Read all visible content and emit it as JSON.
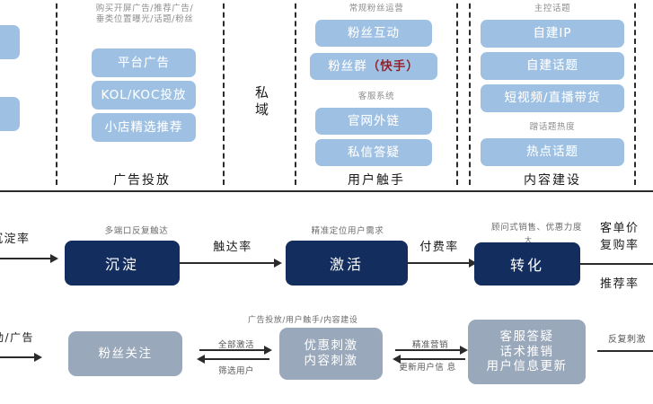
{
  "diagram": {
    "center_label": "私域",
    "columns": [
      {
        "id": "col-ad",
        "caption": "购买开屏广告/推荐广告/\n垂类位置曝光/话题/粉丝",
        "title": "广告投放",
        "items": [
          {
            "label": "平台广告"
          },
          {
            "label": "KOL/KOC投放"
          },
          {
            "label": "小店精选推荐"
          }
        ]
      },
      {
        "id": "col-touch",
        "title": "用户触手",
        "groups": [
          {
            "caption": "常规粉丝运营",
            "items": [
              {
                "label": "粉丝互动"
              },
              {
                "label": "粉丝群",
                "highlight": "（快手）"
              }
            ]
          },
          {
            "caption": "客服系统",
            "items": [
              {
                "label": "官网外链"
              },
              {
                "label": "私信答疑"
              }
            ]
          }
        ]
      },
      {
        "id": "col-content",
        "title": "内容建设",
        "groups": [
          {
            "caption": "主控话题",
            "items": [
              {
                "label": "自建IP"
              },
              {
                "label": "自建话题"
              },
              {
                "label": "短视频/直播带货"
              }
            ]
          },
          {
            "caption": "蹭话题热度",
            "items": [
              {
                "label": "热点话题"
              }
            ]
          }
        ]
      }
    ],
    "funnel": {
      "stages": [
        {
          "label": "沉淀",
          "caption": "多端口反复触达"
        },
        {
          "label": "激活",
          "caption": "精准定位用户需求"
        },
        {
          "label": "转化",
          "caption": "顾问式销售、优惠力度",
          "caption_extra": "大"
        }
      ],
      "arrow_labels": {
        "in": "沉淀率",
        "to_activate": "触达率",
        "to_convert": "付费率"
      },
      "outputs": [
        "客单价",
        "复购率",
        "推荐率"
      ]
    },
    "operations": {
      "in_label": "动/广告",
      "boxes": [
        {
          "label": "粉丝关注"
        },
        {
          "label": "优惠刺激\n内容刺激",
          "caption": "广告投放/用户触手/内容建设"
        },
        {
          "label": "客服答疑\n话术推销\n用户信息更新"
        }
      ],
      "connectors": [
        {
          "top": "全部激活",
          "bottom": "筛选用户"
        },
        {
          "top": "精准营销",
          "bottom": "更新用户信\n息"
        }
      ],
      "out_label": "反复刺激"
    },
    "colors": {
      "blue_box": "#9dc0e3",
      "navy_box": "#132d5e",
      "gray_box": "#9aa8bb",
      "highlight_red": "#8c2230",
      "rule": "#2b2b2b"
    }
  }
}
